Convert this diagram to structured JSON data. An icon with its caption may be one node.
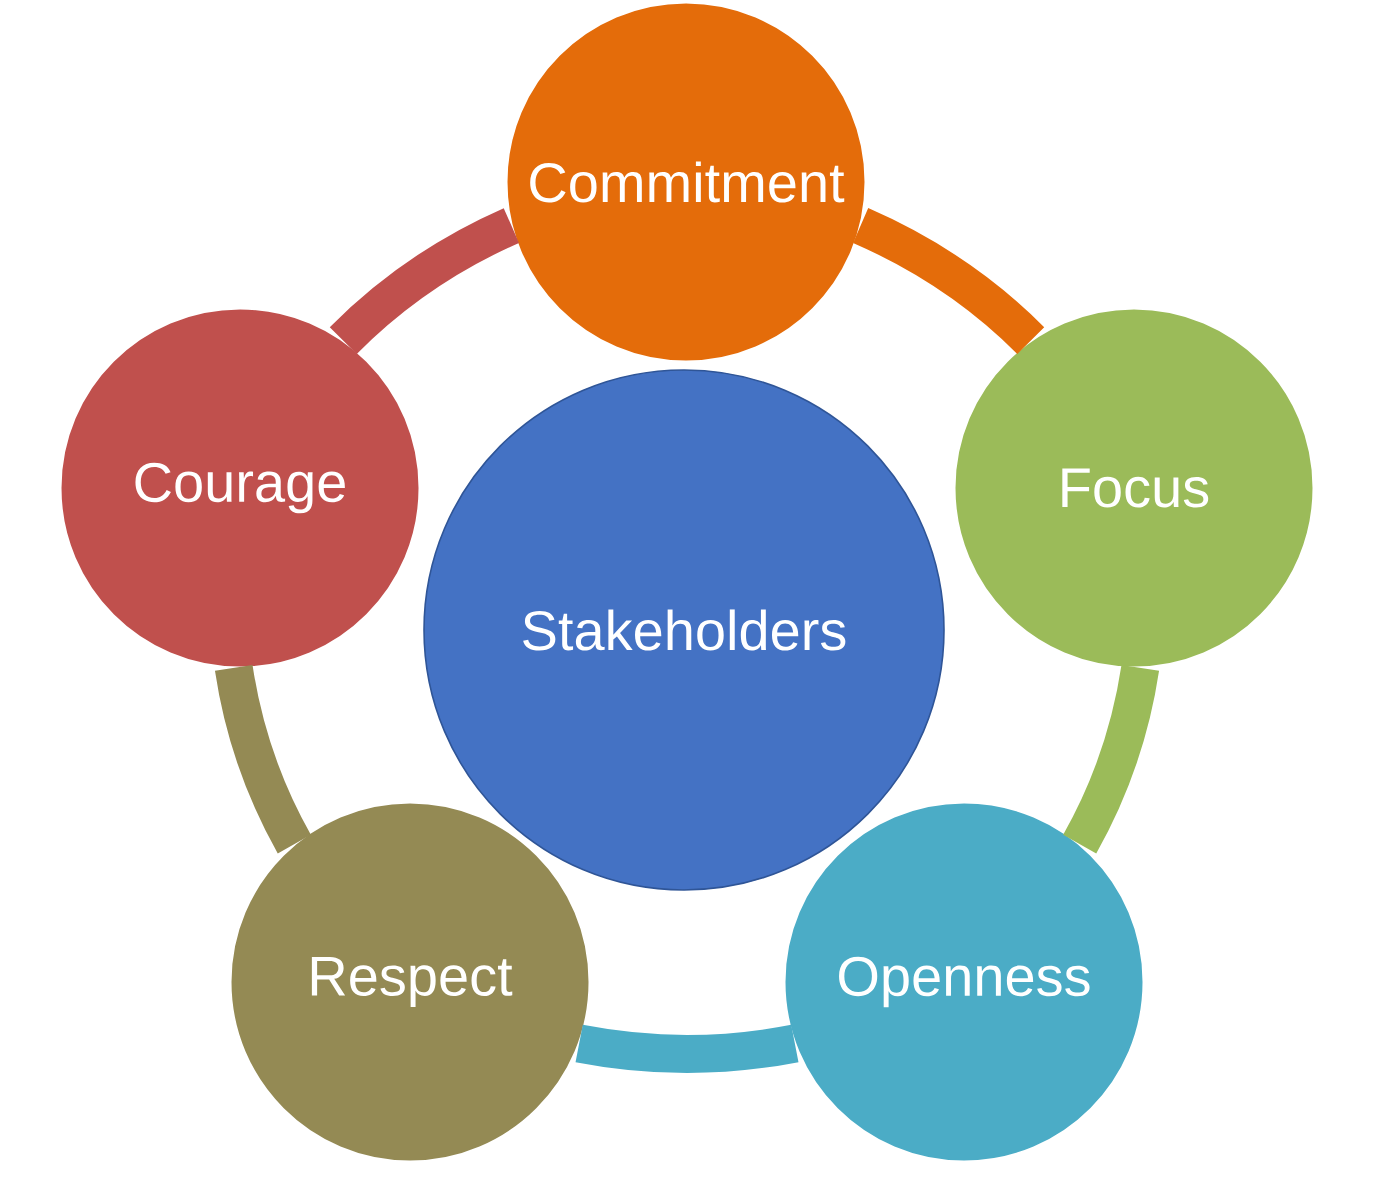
{
  "diagram": {
    "nodes": [
      {
        "text": [
          "Commitment"
        ]
      },
      {
        "text": [
          "Focus"
        ]
      },
      {
        "text": [
          "Openness"
        ]
      },
      {
        "text": [
          "Respect"
        ]
      },
      {
        "text": [
          "Courage"
        ]
      },
      {
        "text": [
          "Stakeholders"
        ]
      }
    ],
    "edges": [
      {
        "from": 0,
        "to": 1,
        "arrow": "none",
        "color": "#e46c0a"
      },
      {
        "from": 1,
        "to": 2,
        "arrow": "none",
        "color": "#9bbb59"
      },
      {
        "from": 2,
        "to": 3,
        "arrow": "none",
        "color": "#4bacc6"
      },
      {
        "from": 3,
        "to": 4,
        "arrow": "none",
        "color": "#948a54"
      },
      {
        "from": 4,
        "to": 0,
        "arrow": "none",
        "color": "#c0504d"
      }
    ]
  }
}
